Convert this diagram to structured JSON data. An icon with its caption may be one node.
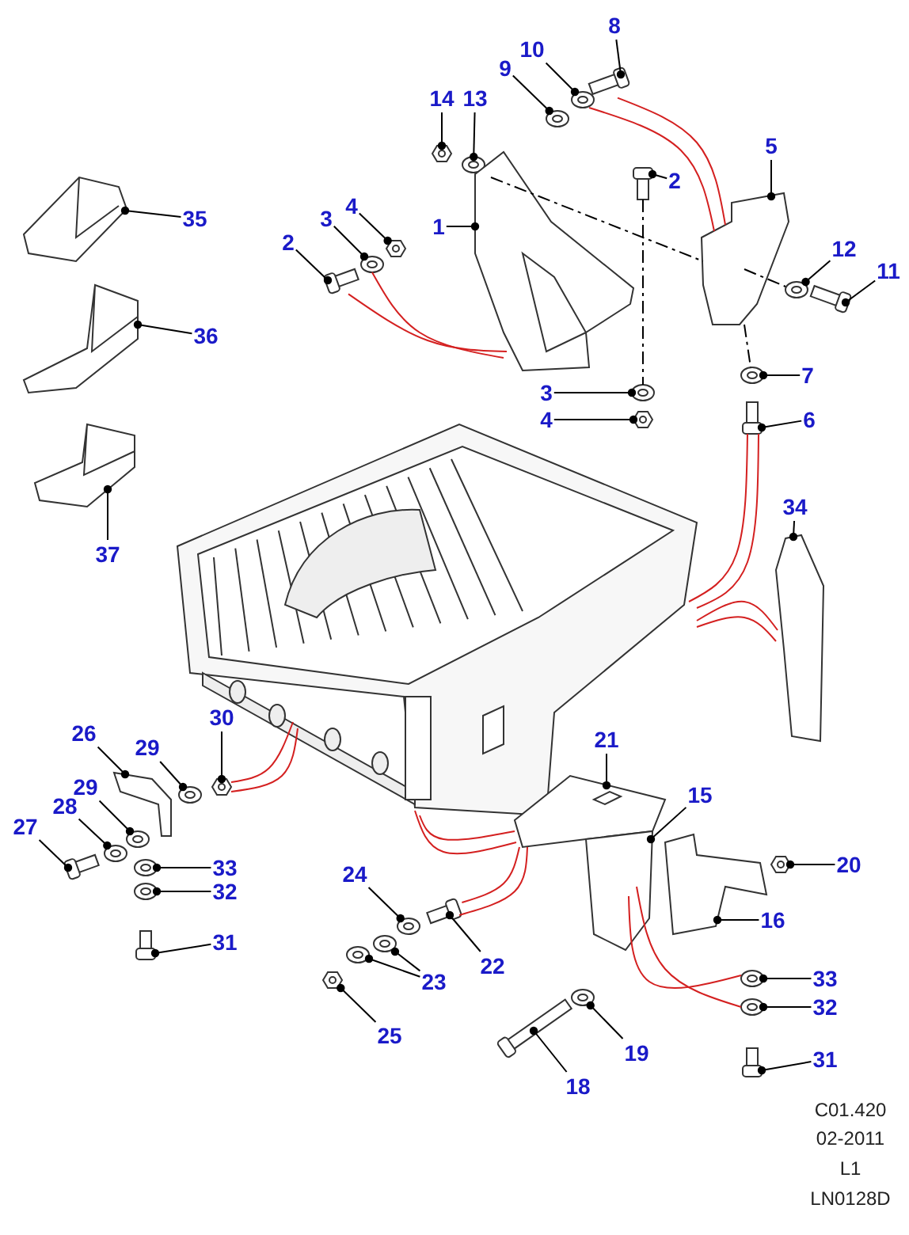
{
  "diagram": {
    "nodes": [
      {
        "text": [
          "8"
        ]
      },
      {
        "text": [
          "10"
        ]
      },
      {
        "text": [
          "9"
        ]
      },
      {
        "text": [
          "14"
        ]
      },
      {
        "text": [
          "13"
        ]
      },
      {
        "text": [
          "5"
        ]
      },
      {
        "text": [
          "2"
        ]
      },
      {
        "text": [
          "4"
        ]
      },
      {
        "text": [
          "3"
        ]
      },
      {
        "text": [
          "35"
        ]
      },
      {
        "text": [
          "1"
        ]
      },
      {
        "text": [
          "2"
        ]
      },
      {
        "text": [
          "12"
        ]
      },
      {
        "text": [
          "11"
        ]
      },
      {
        "text": [
          "36"
        ]
      },
      {
        "text": [
          "7"
        ]
      },
      {
        "text": [
          "3"
        ]
      },
      {
        "text": [
          "6"
        ]
      },
      {
        "text": [
          "4"
        ]
      },
      {
        "text": [
          "34"
        ]
      },
      {
        "text": [
          "37"
        ]
      },
      {
        "text": [
          "30"
        ]
      },
      {
        "text": [
          "26"
        ]
      },
      {
        "text": [
          "21"
        ]
      },
      {
        "text": [
          "29"
        ]
      },
      {
        "text": [
          "15"
        ]
      },
      {
        "text": [
          "29"
        ]
      },
      {
        "text": [
          "28"
        ]
      },
      {
        "text": [
          "27"
        ]
      },
      {
        "text": [
          "20"
        ]
      },
      {
        "text": [
          "33"
        ]
      },
      {
        "text": [
          "24"
        ]
      },
      {
        "text": [
          "32"
        ]
      },
      {
        "text": [
          "16"
        ]
      },
      {
        "text": [
          "31"
        ]
      },
      {
        "text": [
          "22"
        ]
      },
      {
        "text": [
          "23"
        ]
      },
      {
        "text": [
          "33"
        ]
      },
      {
        "text": [
          "32"
        ]
      },
      {
        "text": [
          "25"
        ]
      },
      {
        "text": [
          "19"
        ]
      },
      {
        "text": [
          "31"
        ]
      },
      {
        "text": [
          "18"
        ]
      },
      {
        "text": [],
        "shape": "bolt"
      },
      {
        "text": [],
        "shape": "washer"
      },
      {
        "text": [],
        "shape": "washer"
      },
      {
        "text": [],
        "shape": "nut"
      },
      {
        "text": [],
        "shape": "washer"
      },
      {
        "text": [],
        "shape": "bracket"
      },
      {
        "text": [],
        "shape": "bolt"
      },
      {
        "text": [],
        "shape": "nut"
      },
      {
        "text": [],
        "shape": "washer"
      },
      {
        "text": [],
        "shape": "bracket"
      },
      {
        "text": [],
        "shape": "bracket"
      },
      {
        "text": [],
        "shape": "bolt"
      },
      {
        "text": [],
        "shape": "washer"
      },
      {
        "text": [],
        "shape": "bolt"
      },
      {
        "text": [],
        "shape": "bracket"
      },
      {
        "text": [],
        "shape": "washer"
      },
      {
        "text": [],
        "shape": "washer"
      },
      {
        "text": [],
        "shape": "bolt"
      },
      {
        "text": [],
        "shape": "nut"
      },
      {
        "text": [],
        "shape": "bracket"
      },
      {
        "text": [],
        "shape": "bracket"
      },
      {
        "text": [],
        "shape": "nut"
      },
      {
        "text": [],
        "shape": "bracket"
      },
      {
        "text": [],
        "shape": "bracket"
      },
      {
        "text": [],
        "shape": "washer"
      },
      {
        "text": [],
        "shape": "bracket"
      },
      {
        "text": [],
        "shape": "washer"
      },
      {
        "text": [],
        "shape": "washer"
      },
      {
        "text": [],
        "shape": "bolt"
      },
      {
        "text": [],
        "shape": "nut"
      },
      {
        "text": [],
        "shape": "washer"
      },
      {
        "text": [],
        "shape": "washer"
      },
      {
        "text": [],
        "shape": "washer"
      },
      {
        "text": [],
        "shape": "bracket"
      },
      {
        "text": [],
        "shape": "bolt"
      },
      {
        "text": [],
        "shape": "bolt"
      },
      {
        "text": [],
        "shape": "washer"
      },
      {
        "text": [],
        "shape": "washer"
      },
      {
        "text": [],
        "shape": "washer"
      },
      {
        "text": [],
        "shape": "washer"
      },
      {
        "text": [],
        "shape": "nut"
      },
      {
        "text": [],
        "shape": "washer"
      },
      {
        "text": [],
        "shape": "bolt"
      },
      {
        "text": [],
        "shape": "bolt"
      },
      {
        "text": [],
        "shape": "picture"
      }
    ],
    "edges": [
      {
        "from": 0,
        "to": 43,
        "arrow": "other"
      },
      {
        "from": 1,
        "to": 44,
        "arrow": "other"
      },
      {
        "from": 2,
        "to": 45,
        "arrow": "other"
      },
      {
        "from": 3,
        "to": 46,
        "arrow": "other"
      },
      {
        "from": 4,
        "to": 47,
        "arrow": "other"
      },
      {
        "from": 5,
        "to": 48,
        "arrow": "other"
      },
      {
        "from": 6,
        "to": 49,
        "arrow": "other"
      },
      {
        "from": 7,
        "to": 50,
        "arrow": "other"
      },
      {
        "from": 8,
        "to": 51,
        "arrow": "other"
      },
      {
        "from": 9,
        "to": 52,
        "arrow": "other"
      },
      {
        "from": 10,
        "to": 53,
        "arrow": "other"
      },
      {
        "from": 11,
        "to": 54,
        "arrow": "other"
      },
      {
        "from": 12,
        "to": 55,
        "arrow": "other"
      },
      {
        "from": 13,
        "to": 56,
        "arrow": "other"
      },
      {
        "from": 14,
        "to": 57,
        "arrow": "other"
      },
      {
        "from": 15,
        "to": 58,
        "arrow": "other"
      },
      {
        "from": 16,
        "to": 59,
        "arrow": "other"
      },
      {
        "from": 17,
        "to": 60,
        "arrow": "other"
      },
      {
        "from": 18,
        "to": 61,
        "arrow": "other"
      },
      {
        "from": 19,
        "to": 62,
        "arrow": "other"
      },
      {
        "from": 20,
        "to": 63,
        "arrow": "other"
      },
      {
        "from": 21,
        "to": 64,
        "arrow": "other"
      },
      {
        "from": 22,
        "to": 65,
        "arrow": "other"
      },
      {
        "from": 23,
        "to": 66,
        "arrow": "other"
      },
      {
        "from": 24,
        "to": 67,
        "arrow": "other"
      },
      {
        "from": 25,
        "to": 68,
        "arrow": "other"
      },
      {
        "from": 26,
        "to": 69,
        "arrow": "other"
      },
      {
        "from": 27,
        "to": 70,
        "arrow": "other"
      },
      {
        "from": 28,
        "to": 71,
        "arrow": "other"
      },
      {
        "from": 29,
        "to": 72,
        "arrow": "other"
      },
      {
        "from": 30,
        "to": 73,
        "arrow": "other"
      },
      {
        "from": 31,
        "to": 74,
        "arrow": "other"
      },
      {
        "from": 32,
        "to": 75,
        "arrow": "other"
      },
      {
        "from": 33,
        "to": 76,
        "arrow": "other"
      },
      {
        "from": 34,
        "to": 77,
        "arrow": "other"
      },
      {
        "from": 35,
        "to": 78,
        "arrow": "other"
      },
      {
        "from": 36,
        "to": 79,
        "arrow": "other"
      },
      {
        "from": 36,
        "to": 80,
        "arrow": "other"
      },
      {
        "from": 37,
        "to": 81,
        "arrow": "other"
      },
      {
        "from": 38,
        "to": 82,
        "arrow": "other"
      },
      {
        "from": 39,
        "to": 83,
        "arrow": "other"
      },
      {
        "from": 40,
        "to": 84,
        "arrow": "other"
      },
      {
        "from": 41,
        "to": 85,
        "arrow": "other"
      },
      {
        "from": 42,
        "to": 86,
        "arrow": "other"
      },
      {
        "from": 43,
        "to": 48,
        "arrow": "none",
        "color": "#d42020"
      },
      {
        "from": 44,
        "to": 48,
        "arrow": "none",
        "color": "#d42020"
      },
      {
        "from": 54,
        "to": 53,
        "arrow": "none",
        "color": "#d42020"
      },
      {
        "from": 51,
        "to": 53,
        "arrow": "none",
        "color": "#d42020"
      },
      {
        "from": 60,
        "to": 87,
        "arrow": "none",
        "color": "#d42020"
      },
      {
        "from": 60,
        "to": 87,
        "arrow": "none",
        "color": "#d42020"
      },
      {
        "from": 87,
        "to": 62,
        "arrow": "none",
        "color": "#d42020"
      },
      {
        "from": 87,
        "to": 62,
        "arrow": "none",
        "color": "#d42020"
      },
      {
        "from": 64,
        "to": 87,
        "arrow": "none",
        "color": "#d42020"
      },
      {
        "from": 64,
        "to": 87,
        "arrow": "none",
        "color": "#d42020"
      },
      {
        "from": 87,
        "to": 66,
        "arrow": "none",
        "color": "#d42020"
      },
      {
        "from": 87,
        "to": 66,
        "arrow": "none",
        "color": "#d42020"
      },
      {
        "from": 78,
        "to": 66,
        "arrow": "none",
        "color": "#d42020"
      },
      {
        "from": 78,
        "to": 66,
        "arrow": "none",
        "color": "#d42020"
      },
      {
        "from": 68,
        "to": 81,
        "arrow": "none",
        "color": "#d42020"
      },
      {
        "from": 68,
        "to": 82,
        "arrow": "none",
        "color": "#d42020"
      },
      {
        "from": 53,
        "to": 48,
        "arrow": "none",
        "style": "dashed"
      },
      {
        "from": 49,
        "to": 59,
        "arrow": "none",
        "style": "dashed"
      },
      {
        "from": 48,
        "to": 58,
        "arrow": "none",
        "style": "dashed"
      },
      {
        "from": 48,
        "to": 55,
        "arrow": "none",
        "style": "dashed"
      }
    ],
    "labels": [
      "C01.420",
      "02-2011",
      "L1",
      "LN0128D"
    ]
  }
}
